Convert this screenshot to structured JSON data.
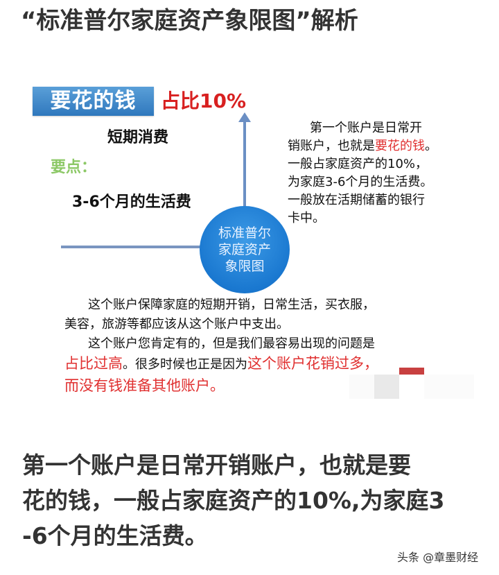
{
  "title": "“标准普尔家庭资产象限图”解析",
  "infographic": {
    "label": "要花的钱",
    "ratio": "占比10%",
    "category": "短期消费",
    "key_points_label": "要点：",
    "key_point": "3-6个月的生活费",
    "center_circle": {
      "lines": [
        "标准普尔",
        "家庭资产",
        "象限图"
      ],
      "color": "#1a78d0"
    },
    "right_description": {
      "line1": "第一个账户是日常开",
      "line2_prefix": "销账户，也就是",
      "line2_highlight": "要花的钱",
      "line2_suffix": "。",
      "line3": "一般占家庭资产的10%，",
      "line4": "为家庭3-6个月的生活费。",
      "line5": "一般放在活期储蓄的银行",
      "line6": "卡中。"
    },
    "bottom_description": {
      "line1": "这个账户保障家庭的短期开销，日常生活，买衣服，",
      "line2": "美容，旅游等都应该从这个账户中支出。",
      "line3": "这个账户您肯定有的，但是我们最容易出现的问题是",
      "line4_highlight1": "占比过高",
      "line4_middle": "。很多时候也正是因为",
      "line4_highlight2": "这个账户花销过多，",
      "line5_highlight": "而没有钱准备其他账户",
      "line5_suffix": "。"
    },
    "colors": {
      "label_box": "#2f78bd",
      "highlight_red": "#e03030",
      "key_points_green": "#8cc866",
      "axis": "#6b8fc4"
    }
  },
  "summary": {
    "line1": "第一个账户是日常开销账户，也就是要",
    "line2": "花的钱，一般占家庭资产的10%,为家庭3",
    "line3": "-6个月的生活费。"
  },
  "watermark": "头条 @章墨财经"
}
